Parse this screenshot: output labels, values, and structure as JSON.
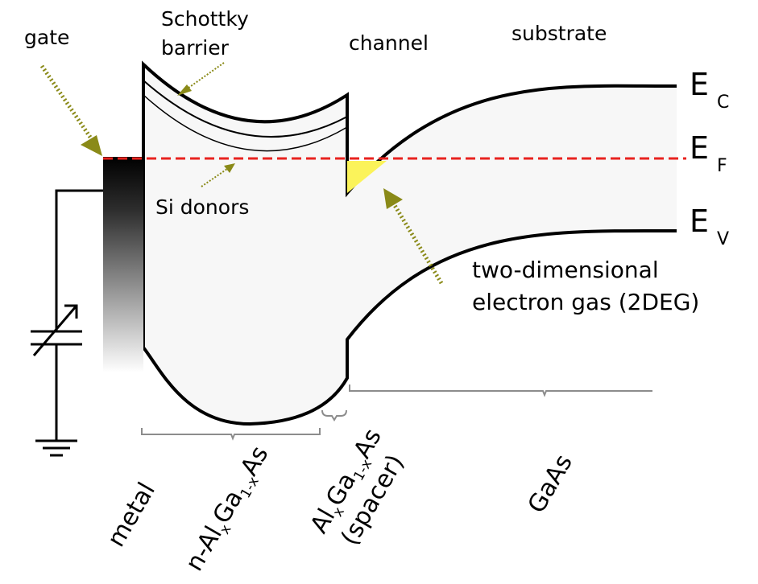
{
  "labels": {
    "gate": "gate",
    "schottky_line1": "Schottky",
    "schottky_line2": "barrier",
    "channel": "channel",
    "substrate": "substrate",
    "si_donors": "Si donors",
    "two_deg_line1": "two-dimensional",
    "two_deg_line2": "electron gas (2DEG)"
  },
  "energy_levels": {
    "ec_main": "E",
    "ec_sub": "C",
    "ef_main": "E",
    "ef_sub": "F",
    "ev_main": "E",
    "ev_sub": "V"
  },
  "regions": {
    "metal": "metal",
    "nalgaas": {
      "prefix": "n-Al",
      "x_sub": "x",
      "ga": "Ga",
      "ga_sub": "1-x",
      "suffix": "As"
    },
    "spacer": {
      "al": "Al",
      "x_sub": "x",
      "ga": "Ga",
      "ga_sub": "1-x",
      "suffix": "As",
      "note": "(spacer)"
    },
    "gaas": "GaAs"
  },
  "colors": {
    "fermi_level": "#e8231f",
    "arrow": "#8a8a18",
    "electron_gas": "#fbf35a",
    "band_fill": "#f7f7f7",
    "bracket": "#8c8c8c"
  }
}
